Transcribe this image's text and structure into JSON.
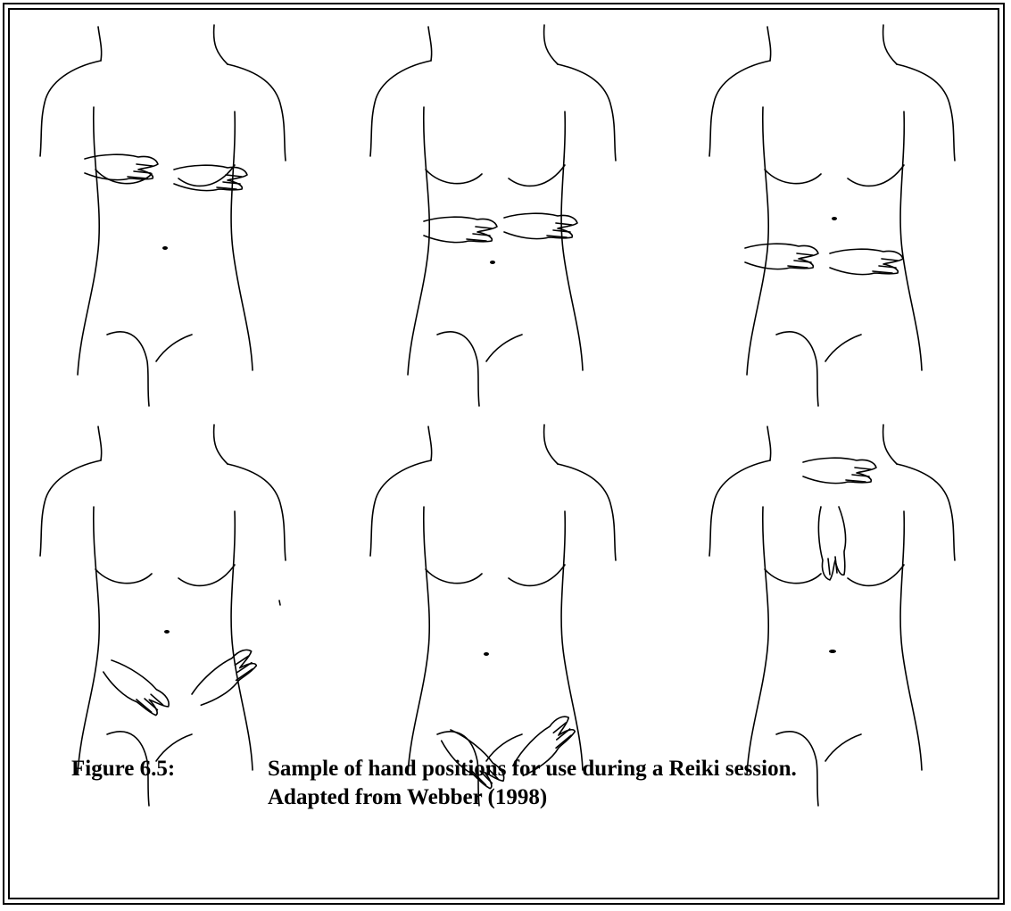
{
  "caption": {
    "label": "Figure 6.5:",
    "line1": "Sample of hand positions for use during a Reiki session.",
    "line2": "Adapted from Webber (1998)"
  },
  "positions": [
    {
      "id": 1,
      "hands": "chest-crossed"
    },
    {
      "id": 2,
      "hands": "upper-abdomen"
    },
    {
      "id": 3,
      "hands": "waist"
    },
    {
      "id": 4,
      "hands": "lower-abdomen"
    },
    {
      "id": 5,
      "hands": "pelvis"
    },
    {
      "id": 6,
      "hands": "sternum-t-shape"
    }
  ]
}
